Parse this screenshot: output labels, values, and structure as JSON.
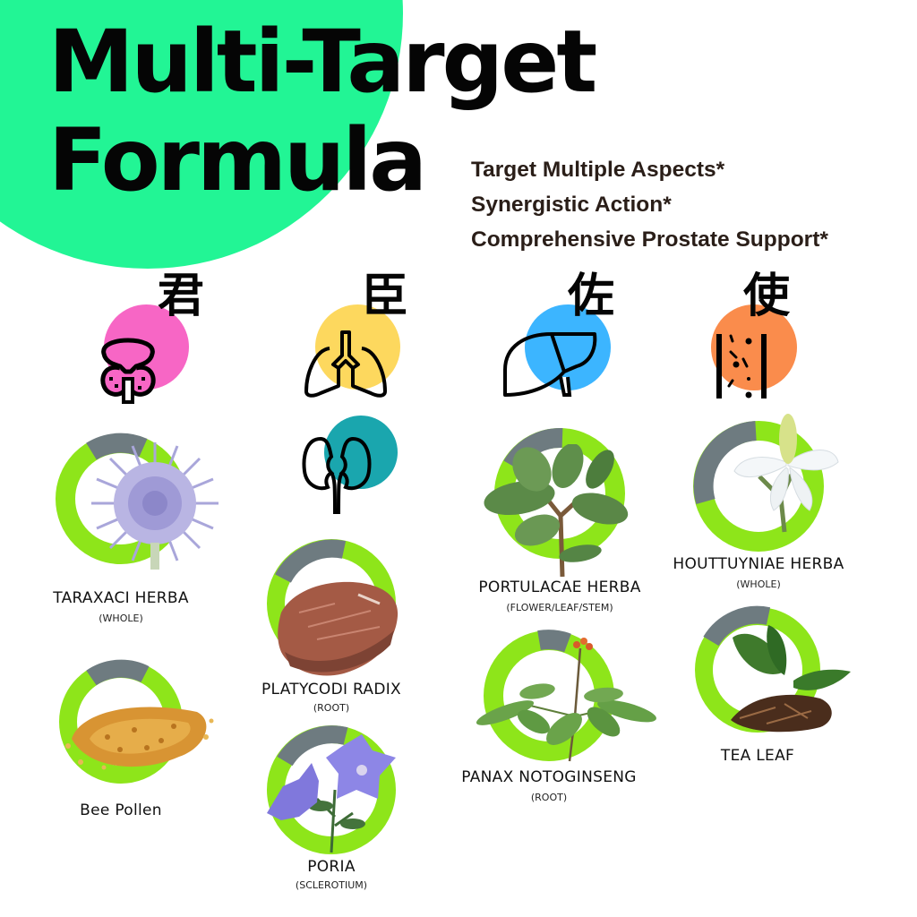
{
  "header": {
    "title_line1": "Multi-Target",
    "title_line2": "Formula",
    "taglines": [
      "Target Multiple Aspects*",
      "Synergistic Action*",
      "Comprehensive Prostate Support*"
    ]
  },
  "colors": {
    "accent_green": "#22f595",
    "ring_green": "#8ee51a",
    "ring_gray": "#6e7b80",
    "tagline_brown": "#2a1e18",
    "pink": "#f766c5",
    "yellow": "#fdd85e",
    "blue": "#3cb5ff",
    "orange": "#fa8c4c",
    "teal": "#1aa6ae"
  },
  "roles": [
    {
      "hanzi": "君",
      "organ": "prostate-icon",
      "color": "#f766c5"
    },
    {
      "hanzi": "臣",
      "organ": "lungs-icon",
      "color": "#fdd85e"
    },
    {
      "hanzi": "佐",
      "organ": "liver-icon",
      "color": "#3cb5ff"
    },
    {
      "hanzi": "使",
      "organ": "intestine-icon",
      "color": "#fa8c4c"
    },
    {
      "hanzi": "",
      "organ": "kidneys-icon",
      "color": "#1aa6ae"
    }
  ],
  "herbs": [
    {
      "name": "TARAXACI HERBA",
      "part": "(WHOLE)",
      "image": "globe-thistle-flower"
    },
    {
      "name": "Bee Pollen",
      "part": "",
      "image": "bee-pollen-granules"
    },
    {
      "name": "PLATYCODI RADIX",
      "part": "(ROOT)",
      "image": "bark-root-slice"
    },
    {
      "name": "PORIA",
      "part": "(SCLEROTIUM)",
      "image": "balloon-flower"
    },
    {
      "name": "PORTULACAE HERBA",
      "part": "(FLOWER/LEAF/STEM)",
      "image": "purslane-plant"
    },
    {
      "name": "PANAX NOTOGINSENG",
      "part": "(ROOT)",
      "image": "notoginseng-plant"
    },
    {
      "name": "HOUTTUYNIAE HERBA",
      "part": "(WHOLE)",
      "image": "houttuynia-flower"
    },
    {
      "name": "TEA LEAF",
      "part": "",
      "image": "tea-leaves"
    }
  ]
}
